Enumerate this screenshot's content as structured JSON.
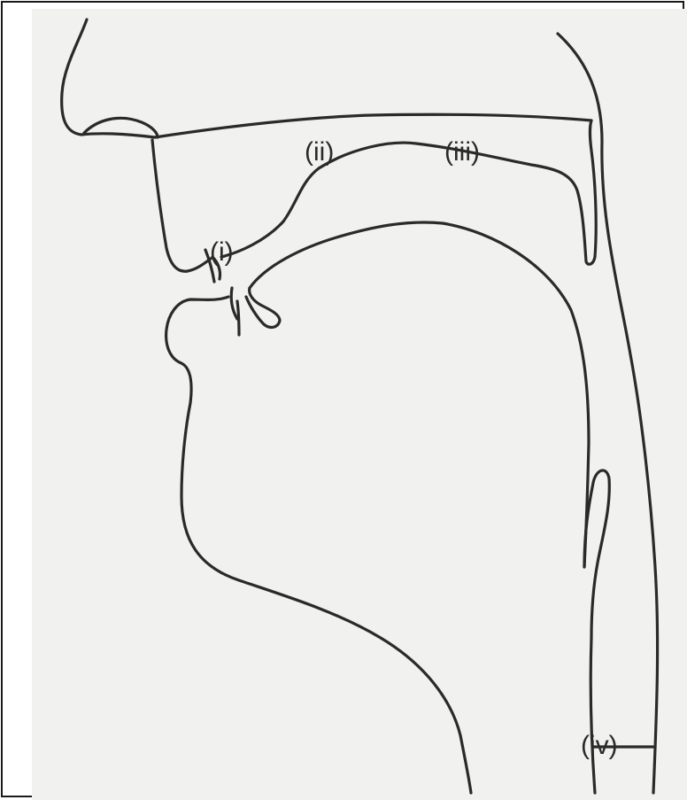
{
  "figure": {
    "labels": {
      "i": "(i)",
      "ii": "(ii)",
      "iii": "(iii)",
      "iv": "(iv)"
    },
    "colors": {
      "line": "#2a2a2a",
      "paper": "#f1f1f0",
      "frame": "#1a1a1a"
    }
  }
}
